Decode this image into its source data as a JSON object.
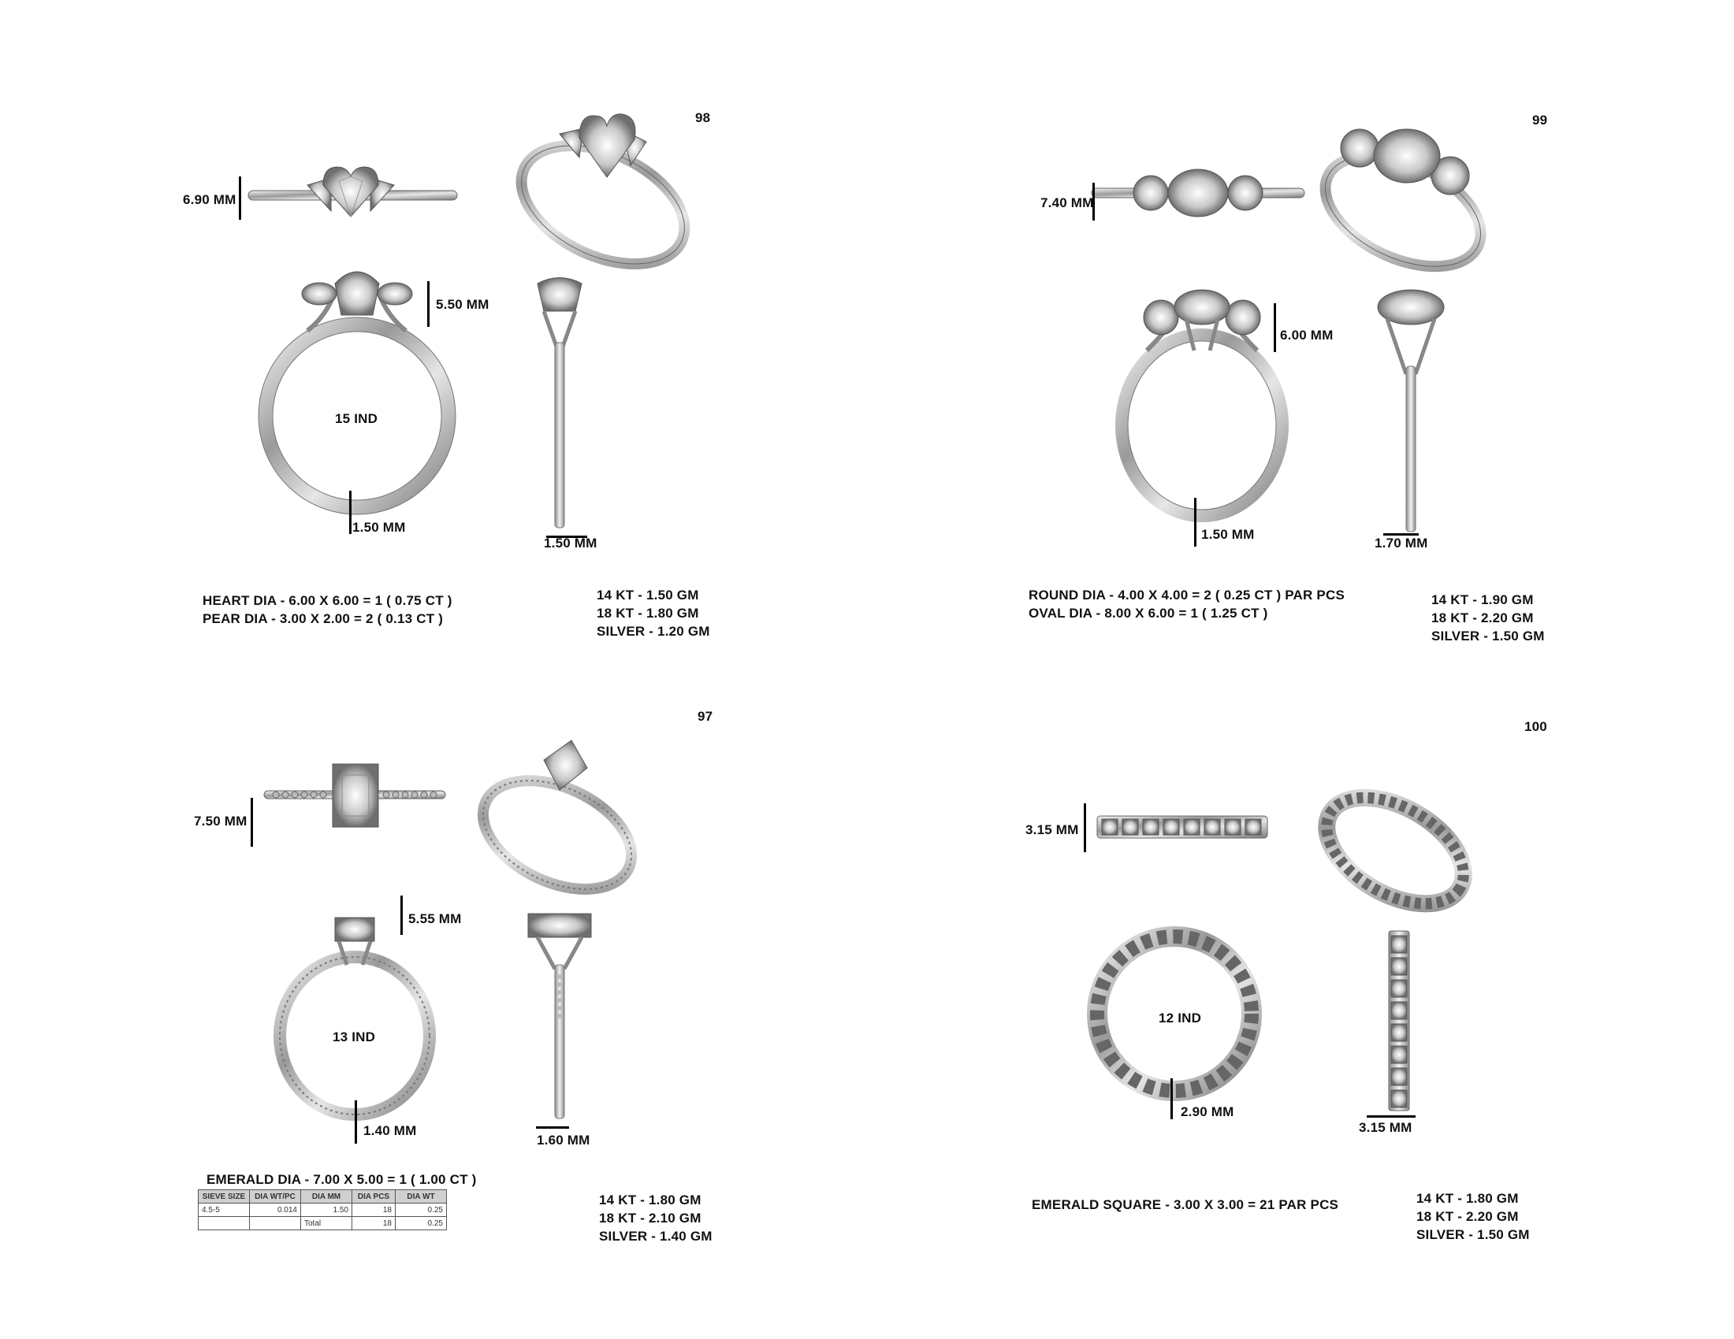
{
  "p98": {
    "number": "98",
    "top_height": "6.90 MM",
    "head_height": "5.50 MM",
    "size": "15 IND",
    "shank_width": "1.50 MM",
    "side_width": "1.50 MM",
    "dia": [
      "HEART DIA - 6.00 X 6.00 = 1 ( 0.75 CT )",
      "PEAR DIA - 3.00 X 2.00 = 2 ( 0.13 CT )"
    ],
    "metal": [
      "14 KT - 1.50 GM",
      "18 KT - 1.80 GM",
      "SILVER - 1.20 GM"
    ]
  },
  "p99": {
    "number": "99",
    "top_height": "7.40 MM",
    "head_height": "6.00 MM",
    "shank_width": "1.50 MM",
    "side_width": "1.70 MM",
    "dia": [
      "ROUND DIA - 4.00 X 4.00 = 2 ( 0.25 CT ) PAR PCS",
      "OVAL DIA - 8.00 X 6.00 = 1  ( 1.25 CT )"
    ],
    "metal": [
      "14 KT - 1.90 GM",
      "18 KT - 2.20 GM",
      "SILVER - 1.50 GM"
    ]
  },
  "p97": {
    "number": "97",
    "top_height": "7.50 MM",
    "head_height": "5.55 MM",
    "size": "13 IND",
    "shank_width": "1.40 MM",
    "side_width": "1.60 MM",
    "dia": [
      "EMERALD DIA - 7.00 X 5.00 = 1 ( 1.00 CT )"
    ],
    "table": {
      "headers": [
        "SIEVE SIZE",
        "DIA WT/PC",
        "DIA MM",
        "DIA PCS",
        "DIA WT"
      ],
      "row1": [
        "4.5-5",
        "0.014",
        "1.50",
        "18",
        "0.25"
      ],
      "total_label": "Total",
      "total_pcs": "18",
      "total_wt": "0.25"
    },
    "metal": [
      "14 KT - 1.80 GM",
      "18 KT - 2.10 GM",
      "SILVER - 1.40 GM"
    ]
  },
  "p100": {
    "number": "100",
    "top_height": "3.15 MM",
    "size": "12 IND",
    "shank_width": "2.90 MM",
    "side_width": "3.15 MM",
    "dia": [
      "EMERALD SQUARE - 3.00 X 3.00 = 21 PAR PCS"
    ],
    "metal": [
      "14 KT - 1.80 GM",
      "18 KT - 2.20 GM",
      "SILVER - 1.50 GM"
    ]
  }
}
